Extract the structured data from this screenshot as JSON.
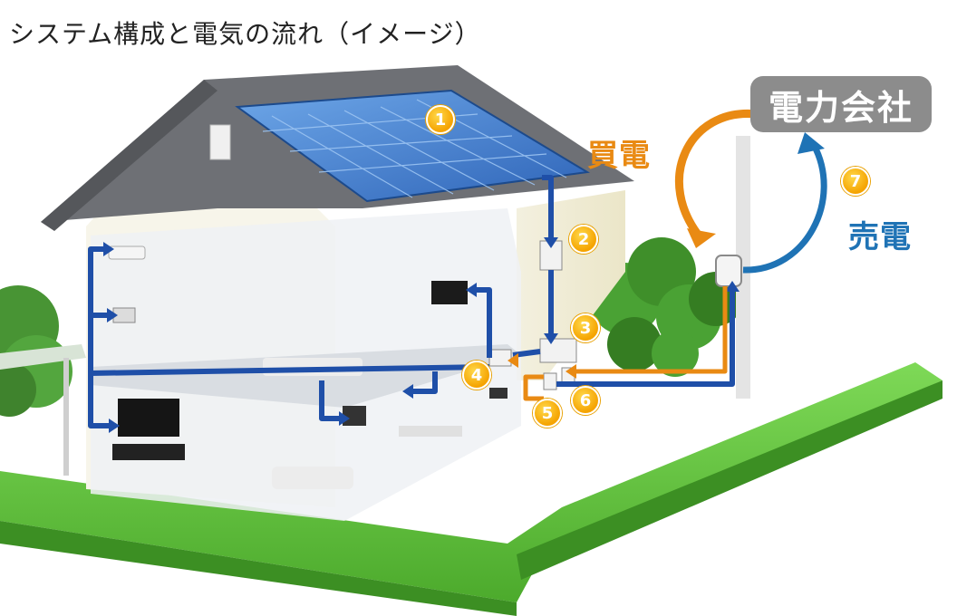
{
  "title": "システム構成と電気の流れ（イメージ）",
  "utility_company": "電力会社",
  "flow_labels": {
    "buy": "買電",
    "sell": "売電"
  },
  "badges": [
    "1",
    "2",
    "3",
    "4",
    "5",
    "6",
    "7"
  ],
  "colors": {
    "buy": "#e98a13",
    "sell_and_internal": "#1f4fa8",
    "utility_box": "#8c8c8c",
    "badge": "#f5a300"
  }
}
